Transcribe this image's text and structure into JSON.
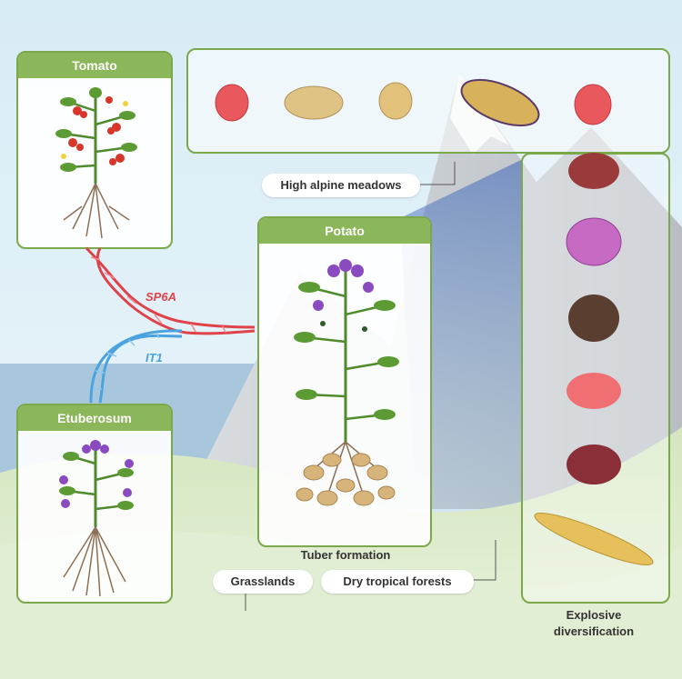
{
  "panels": {
    "tomato": "Tomato",
    "potato": "Potato",
    "etuberosum": "Etuberosum"
  },
  "genes": {
    "sp6a": "SP6A",
    "it1": "IT1"
  },
  "habitats": {
    "alpine": "High alpine meadows",
    "grasslands": "Grasslands",
    "forests": "Dry tropical forests"
  },
  "processes": {
    "tuber": "Tuber formation",
    "explosive_line1": "Explosive",
    "explosive_line2": "diversification"
  },
  "colors": {
    "panel_green": "#8bb65a",
    "sp6a_red": "#e0424a",
    "it1_blue": "#4aa3de"
  }
}
